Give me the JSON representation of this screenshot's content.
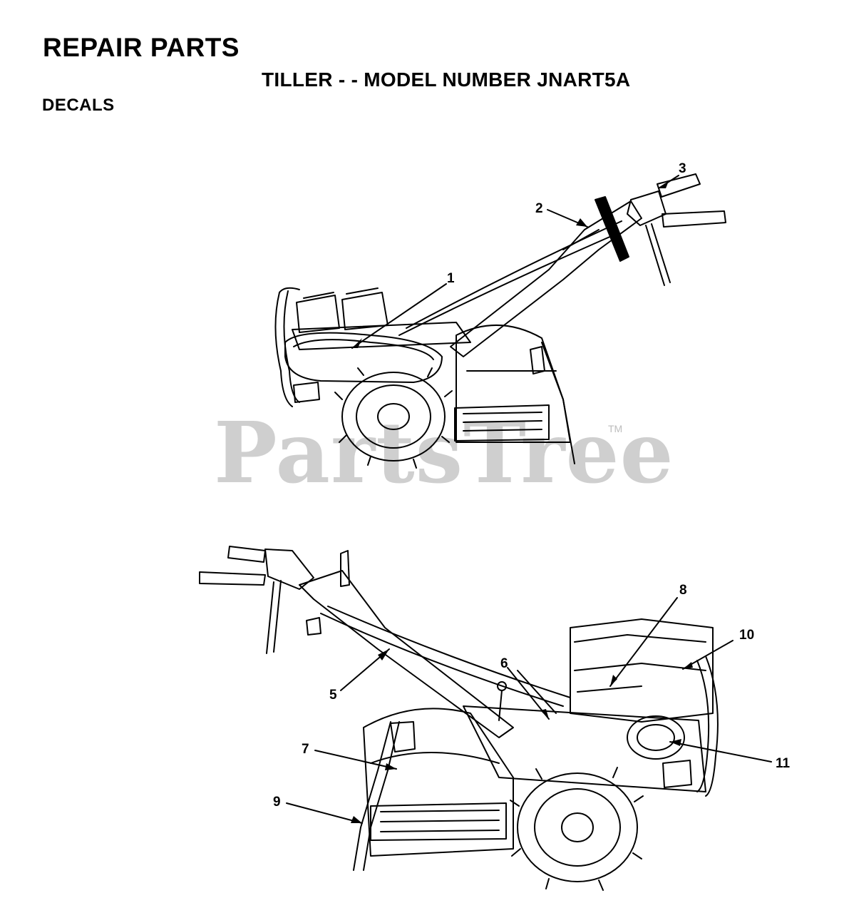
{
  "header": {
    "title": "REPAIR PARTS",
    "subtitle": "TILLER - - MODEL NUMBER JNART5A",
    "section": "DECALS"
  },
  "watermark": {
    "text": "PartsTree",
    "tm": "TM"
  },
  "callouts": {
    "c1": "1",
    "c2": "2",
    "c3": "3",
    "c5": "5",
    "c6": "6",
    "c7": "7",
    "c8": "8",
    "c9": "9",
    "c10": "10",
    "c11": "11"
  }
}
